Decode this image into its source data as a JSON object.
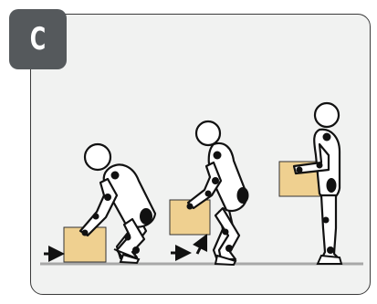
{
  "badge": {
    "label": "C"
  },
  "colors": {
    "panel_background": "#f1f2f1",
    "badge_background": "#55595c",
    "box_fill": "#efd090",
    "outline": "#111111",
    "floor": "#a8a8a8"
  },
  "figures": [
    {
      "pose": "squat-grip-box",
      "icon": "person-squatting-icon"
    },
    {
      "pose": "mid-lift",
      "icon": "person-lifting-icon"
    },
    {
      "pose": "standing-holding-box",
      "icon": "person-standing-icon"
    }
  ],
  "arrows": [
    {
      "icon": "right-arrow-icon"
    },
    {
      "icon": "right-arrow-icon"
    },
    {
      "icon": "up-right-arrow-icon"
    }
  ]
}
